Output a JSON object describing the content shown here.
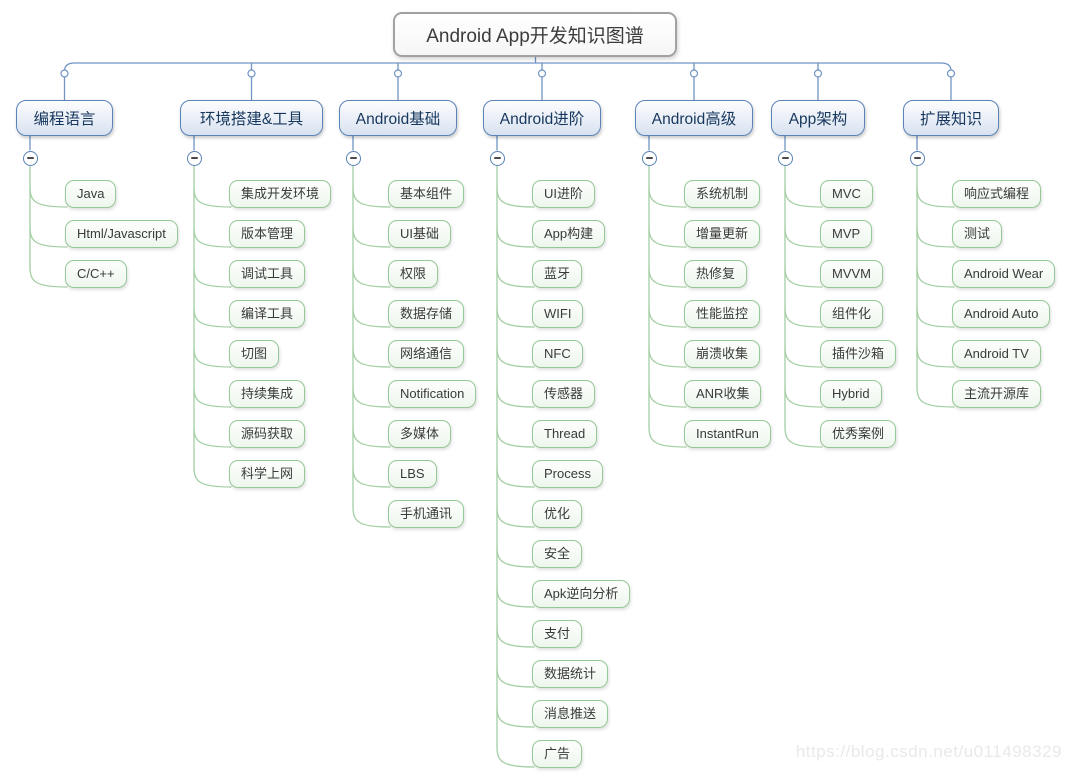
{
  "root": {
    "label": "Android App开发知识图谱"
  },
  "branches": [
    {
      "label": "编程语言",
      "children": [
        "Java",
        "Html/Javascript",
        "C/C++"
      ]
    },
    {
      "label": "环境搭建&工具",
      "children": [
        "集成开发环境",
        "版本管理",
        "调试工具",
        "编译工具",
        "切图",
        "持续集成",
        "源码获取",
        "科学上网"
      ]
    },
    {
      "label": "Android基础",
      "children": [
        "基本组件",
        "UI基础",
        "权限",
        "数据存储",
        "网络通信",
        "Notification",
        "多媒体",
        "LBS",
        "手机通讯"
      ]
    },
    {
      "label": "Android进阶",
      "children": [
        "UI进阶",
        "App构建",
        "蓝牙",
        "WIFI",
        "NFC",
        "传感器",
        "Thread",
        "Process",
        "优化",
        "安全",
        "Apk逆向分析",
        "支付",
        "数据统计",
        "消息推送",
        "广告"
      ]
    },
    {
      "label": "Android高级",
      "children": [
        "系统机制",
        "增量更新",
        "热修复",
        "性能监控",
        "崩溃收集",
        "ANR收集",
        "InstantRun"
      ]
    },
    {
      "label": "App架构",
      "children": [
        "MVC",
        "MVP",
        "MVVM",
        "组件化",
        "插件沙箱",
        "Hybrid",
        "优秀案例"
      ]
    },
    {
      "label": "扩展知识",
      "children": [
        "响应式编程",
        "测试",
        "Android Wear",
        "Android Auto",
        "Android TV",
        "主流开源库"
      ]
    }
  ],
  "watermark": "https://blog.csdn.net/u011498329",
  "icons": {
    "collapse": "minus-circle-icon",
    "junction": "circle-junction-icon"
  },
  "colors": {
    "connector_blue": "#7195c5",
    "connector_green": "#a3cfa3",
    "branch_border": "#5a83b7",
    "branch_fill_bottom": "#d8e2f0",
    "branch_text": "#17375e",
    "child_border": "#96c796",
    "child_fill_bottom": "#edf6ed",
    "root_border": "#a2a2a2",
    "watermark_gray": "#e9e9e9"
  }
}
